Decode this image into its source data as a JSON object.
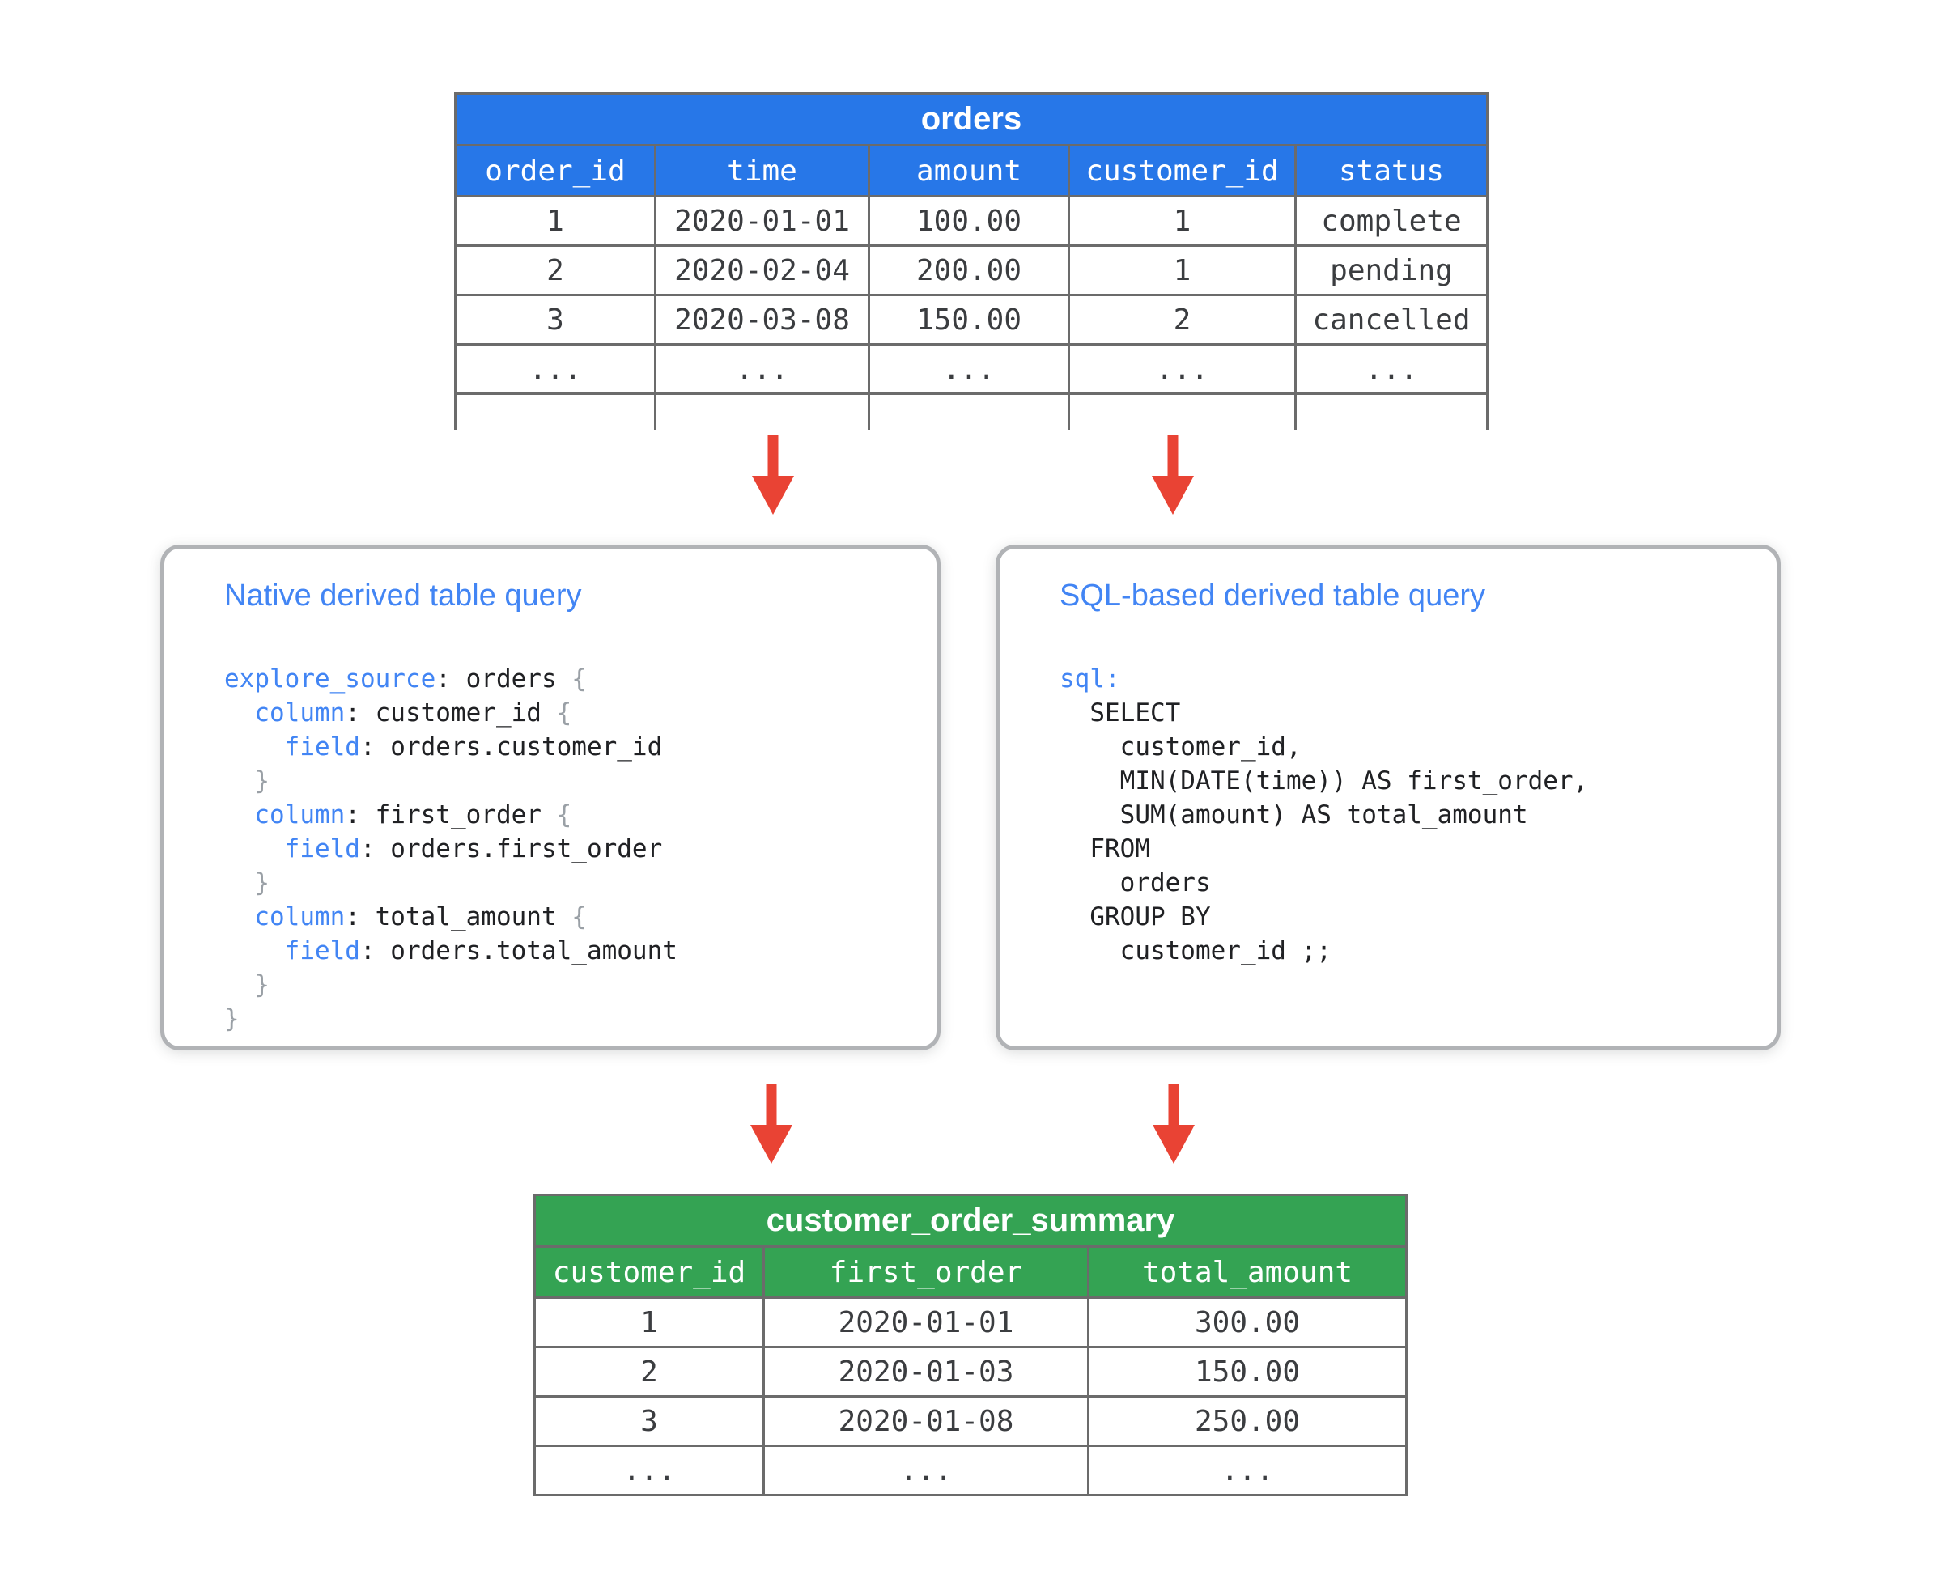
{
  "colors": {
    "orders_header_blue": "#2777e8",
    "summary_header_green": "#34a353",
    "arrow_red": "#e94334",
    "code_keyword_blue": "#4285f4",
    "box_title_blue": "#4285f4",
    "table_border_gray": "#6b6b6b",
    "brace_gray": "#9aa0a6"
  },
  "orders_table": {
    "title": "orders",
    "columns": [
      "order_id",
      "time",
      "amount",
      "customer_id",
      "status"
    ],
    "rows": [
      [
        "1",
        "2020-01-01",
        "100.00",
        "1",
        "complete"
      ],
      [
        "2",
        "2020-02-04",
        "200.00",
        "1",
        "pending"
      ],
      [
        "3",
        "2020-03-08",
        "150.00",
        "2",
        "cancelled"
      ],
      [
        "...",
        "...",
        "...",
        "...",
        "..."
      ]
    ]
  },
  "native_box": {
    "title": "Native derived table query",
    "code": [
      [
        {
          "c": "keyword",
          "t": "explore_source"
        },
        {
          "c": "plain",
          "t": ": orders "
        },
        {
          "c": "brace",
          "t": "{"
        }
      ],
      [
        {
          "c": "plain",
          "t": "  "
        },
        {
          "c": "keyword",
          "t": "column"
        },
        {
          "c": "plain",
          "t": ": customer_id "
        },
        {
          "c": "brace",
          "t": "{"
        }
      ],
      [
        {
          "c": "plain",
          "t": "    "
        },
        {
          "c": "keyword",
          "t": "field"
        },
        {
          "c": "plain",
          "t": ": orders.customer_id"
        }
      ],
      [
        {
          "c": "brace",
          "t": "  }"
        }
      ],
      [
        {
          "c": "plain",
          "t": "  "
        },
        {
          "c": "keyword",
          "t": "column"
        },
        {
          "c": "plain",
          "t": ": first_order "
        },
        {
          "c": "brace",
          "t": "{"
        }
      ],
      [
        {
          "c": "plain",
          "t": "    "
        },
        {
          "c": "keyword",
          "t": "field"
        },
        {
          "c": "plain",
          "t": ": orders.first_order"
        }
      ],
      [
        {
          "c": "brace",
          "t": "  }"
        }
      ],
      [
        {
          "c": "plain",
          "t": "  "
        },
        {
          "c": "keyword",
          "t": "column"
        },
        {
          "c": "plain",
          "t": ": total_amount "
        },
        {
          "c": "brace",
          "t": "{"
        }
      ],
      [
        {
          "c": "plain",
          "t": "    "
        },
        {
          "c": "keyword",
          "t": "field"
        },
        {
          "c": "plain",
          "t": ": orders.total_amount"
        }
      ],
      [
        {
          "c": "brace",
          "t": "  }"
        }
      ],
      [
        {
          "c": "brace",
          "t": "}"
        }
      ]
    ]
  },
  "sql_box": {
    "title": "SQL-based derived table query",
    "code": [
      [
        {
          "c": "keyword",
          "t": "sql:"
        }
      ],
      [
        {
          "c": "plain",
          "t": "  SELECT"
        }
      ],
      [
        {
          "c": "plain",
          "t": "    customer_id,"
        }
      ],
      [
        {
          "c": "plain",
          "t": "    MIN(DATE(time)) AS first_order,"
        }
      ],
      [
        {
          "c": "plain",
          "t": "    SUM(amount) AS total_amount"
        }
      ],
      [
        {
          "c": "plain",
          "t": "  FROM"
        }
      ],
      [
        {
          "c": "plain",
          "t": "    orders"
        }
      ],
      [
        {
          "c": "plain",
          "t": "  GROUP BY"
        }
      ],
      [
        {
          "c": "plain",
          "t": "    customer_id ;;"
        }
      ]
    ]
  },
  "summary_table": {
    "title": "customer_order_summary",
    "columns": [
      "customer_id",
      "first_order",
      "total_amount"
    ],
    "rows": [
      [
        "1",
        "2020-01-01",
        "300.00"
      ],
      [
        "2",
        "2020-01-03",
        "150.00"
      ],
      [
        "3",
        "2020-01-08",
        "250.00"
      ],
      [
        "...",
        "...",
        "..."
      ]
    ]
  }
}
